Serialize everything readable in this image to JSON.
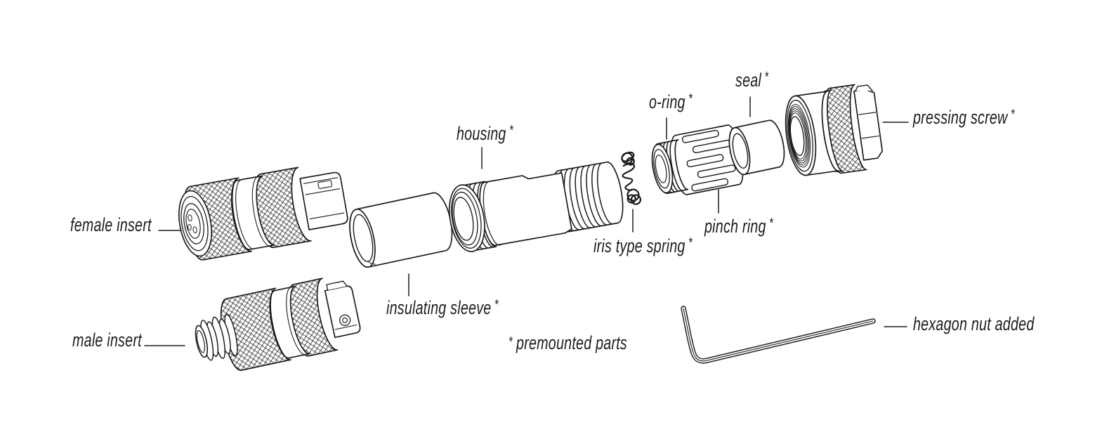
{
  "diagram": {
    "labels": {
      "female_insert": {
        "text": "female insert"
      },
      "male_insert": {
        "text": "male insert"
      },
      "insulating_sleeve": {
        "text": "insulating sleeve",
        "star": "*"
      },
      "housing": {
        "text": "housing",
        "star": "*"
      },
      "iris_type_spring": {
        "text": "iris type spring",
        "star": "*"
      },
      "o_ring": {
        "text": "o-ring",
        "star": "*"
      },
      "pinch_ring": {
        "text": "pinch ring",
        "star": "*"
      },
      "seal": {
        "text": "seal",
        "star": "*"
      },
      "pressing_screw": {
        "text": "pressing screw",
        "star": "*"
      },
      "hexagon_nut": {
        "text": "hexagon nut added"
      }
    },
    "footnote": {
      "star": "*",
      "text": "premounted parts"
    },
    "colors": {
      "ink": "#1c1c1c",
      "background": "#ffffff"
    }
  }
}
